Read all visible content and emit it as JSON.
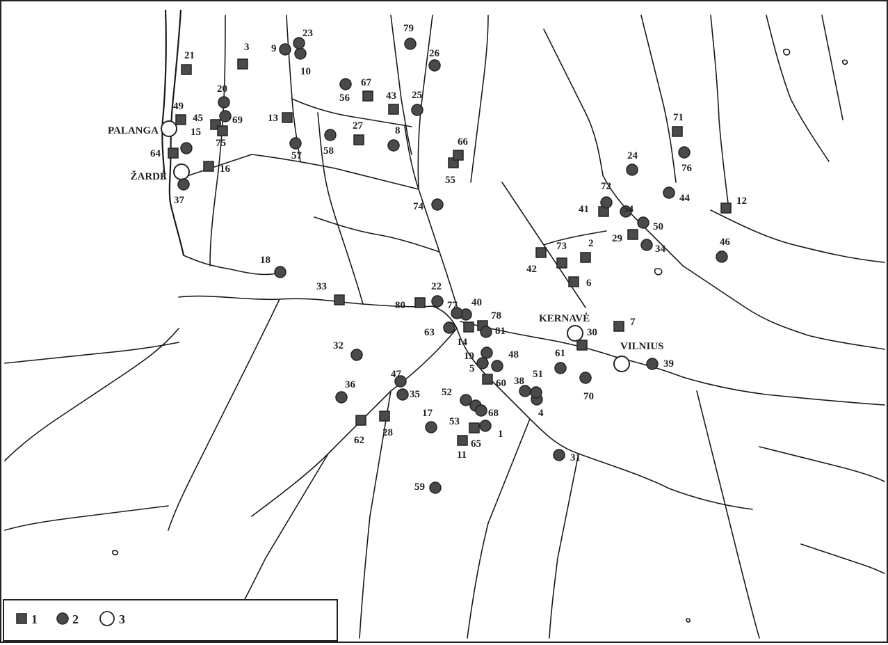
{
  "colors": {
    "ink": "#222222",
    "background": "#ffffff",
    "site_fill": "#4a4a4a"
  },
  "towns": [
    {
      "id": "palanga",
      "label": "PALANGA"
    },
    {
      "id": "zarde",
      "label": "ŽARDĖ"
    },
    {
      "id": "kernave",
      "label": "KERNAVĖ"
    },
    {
      "id": "vilnius",
      "label": "VILNIUS"
    }
  ],
  "sites": [
    {
      "label": "1",
      "type": "circle"
    },
    {
      "label": "2",
      "type": "square"
    },
    {
      "label": "3",
      "type": "square"
    },
    {
      "label": "4",
      "type": "circle"
    },
    {
      "label": "5",
      "type": "circle"
    },
    {
      "label": "6",
      "type": "square"
    },
    {
      "label": "7",
      "type": "square"
    },
    {
      "label": "8",
      "type": "circle"
    },
    {
      "label": "9",
      "type": "circle"
    },
    {
      "label": "10",
      "type": "circle"
    },
    {
      "label": "11",
      "type": "square"
    },
    {
      "label": "12",
      "type": "square"
    },
    {
      "label": "13",
      "type": "square"
    },
    {
      "label": "14",
      "type": "square"
    },
    {
      "label": "15",
      "type": "circle"
    },
    {
      "label": "16",
      "type": "square"
    },
    {
      "label": "17",
      "type": "circle"
    },
    {
      "label": "18",
      "type": "circle"
    },
    {
      "label": "19",
      "type": "circle"
    },
    {
      "label": "20",
      "type": "circle"
    },
    {
      "label": "21",
      "type": "square"
    },
    {
      "label": "22",
      "type": "circle"
    },
    {
      "label": "23",
      "type": "circle"
    },
    {
      "label": "24",
      "type": "circle"
    },
    {
      "label": "25",
      "type": "circle"
    },
    {
      "label": "26",
      "type": "circle"
    },
    {
      "label": "27",
      "type": "square"
    },
    {
      "label": "28",
      "type": "square"
    },
    {
      "label": "29",
      "type": "square"
    },
    {
      "label": "30",
      "type": "square"
    },
    {
      "label": "31",
      "type": "circle"
    },
    {
      "label": "32",
      "type": "circle"
    },
    {
      "label": "33",
      "type": "square"
    },
    {
      "label": "34",
      "type": "circle"
    },
    {
      "label": "35",
      "type": "circle"
    },
    {
      "label": "36",
      "type": "circle"
    },
    {
      "label": "37",
      "type": "circle"
    },
    {
      "label": "38",
      "type": "circle"
    },
    {
      "label": "39",
      "type": "circle"
    },
    {
      "label": "40",
      "type": "circle"
    },
    {
      "label": "41",
      "type": "square"
    },
    {
      "label": "42",
      "type": "square"
    },
    {
      "label": "43",
      "type": "square"
    },
    {
      "label": "44",
      "type": "circle"
    },
    {
      "label": "45",
      "type": "square"
    },
    {
      "label": "46",
      "type": "circle"
    },
    {
      "label": "47",
      "type": "circle"
    },
    {
      "label": "48",
      "type": "circle"
    },
    {
      "label": "49",
      "type": "square"
    },
    {
      "label": "50",
      "type": "circle"
    },
    {
      "label": "51",
      "type": "circle"
    },
    {
      "label": "52",
      "type": "circle"
    },
    {
      "label": "53",
      "type": "circle"
    },
    {
      "label": "54",
      "type": "circle"
    },
    {
      "label": "55",
      "type": "square"
    },
    {
      "label": "56",
      "type": "circle"
    },
    {
      "label": "57",
      "type": "circle"
    },
    {
      "label": "58",
      "type": "circle"
    },
    {
      "label": "59",
      "type": "circle"
    },
    {
      "label": "60",
      "type": "square"
    },
    {
      "label": "61",
      "type": "circle"
    },
    {
      "label": "62",
      "type": "square"
    },
    {
      "label": "63",
      "type": "circle"
    },
    {
      "label": "64",
      "type": "square"
    },
    {
      "label": "65",
      "type": "square"
    },
    {
      "label": "66",
      "type": "square"
    },
    {
      "label": "67",
      "type": "square"
    },
    {
      "label": "68",
      "type": "circle"
    },
    {
      "label": "69",
      "type": "circle"
    },
    {
      "label": "70",
      "type": "circle"
    },
    {
      "label": "71",
      "type": "square"
    },
    {
      "label": "72",
      "type": "circle"
    },
    {
      "label": "73",
      "type": "square"
    },
    {
      "label": "74",
      "type": "circle"
    },
    {
      "label": "75",
      "type": "square"
    },
    {
      "label": "76",
      "type": "circle"
    },
    {
      "label": "77",
      "type": "circle"
    },
    {
      "label": "78",
      "type": "square"
    },
    {
      "label": "79",
      "type": "circle"
    },
    {
      "label": "80",
      "type": "square"
    },
    {
      "label": "81",
      "type": "circle"
    }
  ],
  "legend": [
    {
      "symbol": "square",
      "label": "1"
    },
    {
      "symbol": "circle",
      "label": "2"
    },
    {
      "symbol": "open-circle",
      "label": "3"
    }
  ]
}
